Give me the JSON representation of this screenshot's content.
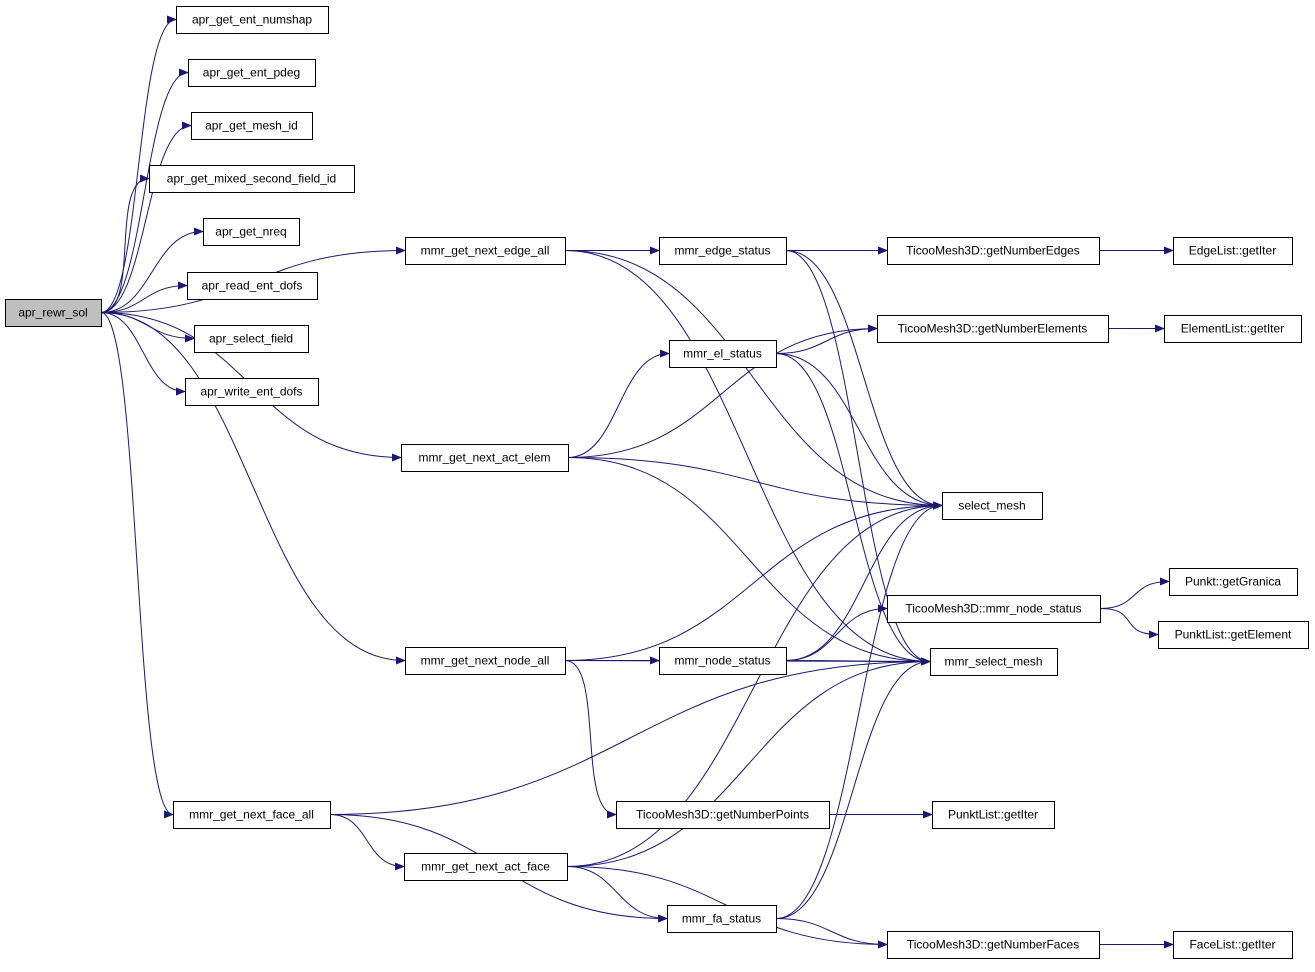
{
  "graph": {
    "colors": {
      "edge": "#191970",
      "root_fill": "#bfbfbf",
      "node_fill": "#ffffff",
      "node_stroke": "#000000"
    },
    "nodes": [
      {
        "id": "root",
        "label": "apr_rewr_sol",
        "root": true
      },
      {
        "id": "n1",
        "label": "apr_get_ent_numshap"
      },
      {
        "id": "n2",
        "label": "apr_get_ent_pdeg"
      },
      {
        "id": "n3",
        "label": "apr_get_mesh_id"
      },
      {
        "id": "n4",
        "label": "apr_get_mixed_second_field_id"
      },
      {
        "id": "n5",
        "label": "apr_get_nreq"
      },
      {
        "id": "n6",
        "label": "apr_read_ent_dofs"
      },
      {
        "id": "n7",
        "label": "apr_select_field"
      },
      {
        "id": "n8",
        "label": "apr_write_ent_dofs"
      },
      {
        "id": "m1",
        "label": "mmr_get_next_edge_all"
      },
      {
        "id": "m2",
        "label": "mmr_get_next_act_elem"
      },
      {
        "id": "m3",
        "label": "mmr_get_next_node_all"
      },
      {
        "id": "m4",
        "label": "mmr_get_next_face_all"
      },
      {
        "id": "m5",
        "label": "mmr_get_next_act_face"
      },
      {
        "id": "s1",
        "label": "mmr_edge_status"
      },
      {
        "id": "s2",
        "label": "mmr_el_status"
      },
      {
        "id": "s3",
        "label": "mmr_node_status"
      },
      {
        "id": "s4",
        "label": "TicooMesh3D::getNumberPoints"
      },
      {
        "id": "s5",
        "label": "mmr_fa_status"
      },
      {
        "id": "t1",
        "label": "TicooMesh3D::getNumberEdges"
      },
      {
        "id": "t2",
        "label": "TicooMesh3D::getNumberElements"
      },
      {
        "id": "t3",
        "label": "select_mesh"
      },
      {
        "id": "t4",
        "label": "TicooMesh3D::mmr_node_status"
      },
      {
        "id": "t5",
        "label": "mmr_select_mesh"
      },
      {
        "id": "t6",
        "label": "PunktList::getIter"
      },
      {
        "id": "t7",
        "label": "TicooMesh3D::getNumberFaces"
      },
      {
        "id": "u1",
        "label": "EdgeList::getIter"
      },
      {
        "id": "u2",
        "label": "ElementList::getIter"
      },
      {
        "id": "u3",
        "label": "Punkt::getGranica"
      },
      {
        "id": "u4",
        "label": "PunktList::getElement"
      },
      {
        "id": "u5",
        "label": "FaceList::getIter"
      }
    ],
    "edges": [
      [
        "root",
        "n1"
      ],
      [
        "root",
        "n2"
      ],
      [
        "root",
        "n3"
      ],
      [
        "root",
        "n4"
      ],
      [
        "root",
        "n5"
      ],
      [
        "root",
        "n6"
      ],
      [
        "root",
        "n7"
      ],
      [
        "root",
        "n8"
      ],
      [
        "root",
        "m1"
      ],
      [
        "root",
        "m2"
      ],
      [
        "root",
        "m3"
      ],
      [
        "root",
        "m4"
      ],
      [
        "m1",
        "s1"
      ],
      [
        "m1",
        "t1"
      ],
      [
        "m1",
        "t3"
      ],
      [
        "m1",
        "t5"
      ],
      [
        "s1",
        "t1"
      ],
      [
        "s1",
        "t3"
      ],
      [
        "s1",
        "t5"
      ],
      [
        "t1",
        "u1"
      ],
      [
        "m2",
        "s2"
      ],
      [
        "m2",
        "t2"
      ],
      [
        "m2",
        "t3"
      ],
      [
        "m2",
        "t5"
      ],
      [
        "s2",
        "t2"
      ],
      [
        "s2",
        "t3"
      ],
      [
        "s2",
        "t5"
      ],
      [
        "t2",
        "u2"
      ],
      [
        "m3",
        "s3"
      ],
      [
        "m3",
        "s4"
      ],
      [
        "m3",
        "t3"
      ],
      [
        "m3",
        "t5"
      ],
      [
        "s3",
        "t4"
      ],
      [
        "s3",
        "t3"
      ],
      [
        "s3",
        "t5"
      ],
      [
        "t4",
        "u3"
      ],
      [
        "t4",
        "u4"
      ],
      [
        "s4",
        "t6"
      ],
      [
        "m4",
        "t5"
      ],
      [
        "m4",
        "m5"
      ],
      [
        "m4",
        "s5"
      ],
      [
        "m5",
        "s5"
      ],
      [
        "m5",
        "t3"
      ],
      [
        "m5",
        "t5"
      ],
      [
        "m5",
        "t7"
      ],
      [
        "s5",
        "t7"
      ],
      [
        "s5",
        "t3"
      ],
      [
        "s5",
        "t5"
      ],
      [
        "t7",
        "u5"
      ]
    ]
  }
}
